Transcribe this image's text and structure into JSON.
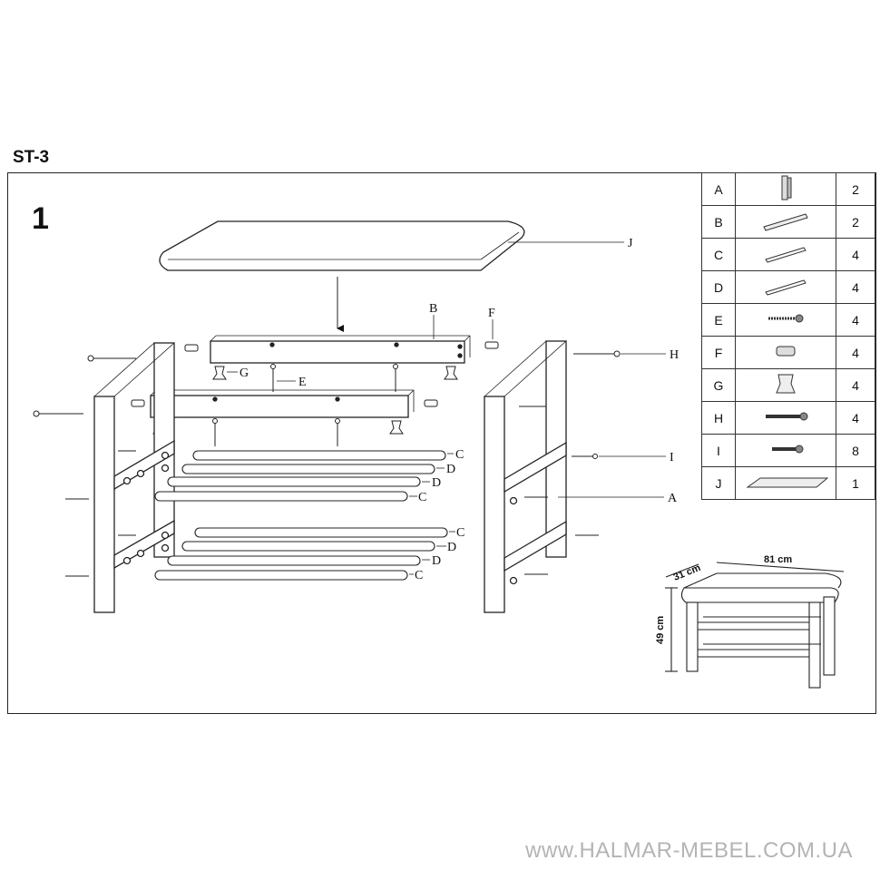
{
  "model_code": "ST-3",
  "step_number": "1",
  "callouts": {
    "J": "J",
    "B": "B",
    "F": "F",
    "H": "H",
    "G": "G",
    "E": "E",
    "I": "I",
    "A": "A",
    "C": "C",
    "D": "D"
  },
  "parts_table": [
    {
      "letter": "A",
      "icon": "side-frame-part-icon",
      "qty": "2"
    },
    {
      "letter": "B",
      "icon": "long-rail-part-icon",
      "qty": "2"
    },
    {
      "letter": "C",
      "icon": "rod-part-icon",
      "qty": "4"
    },
    {
      "letter": "D",
      "icon": "rod-part-icon",
      "qty": "4"
    },
    {
      "letter": "E",
      "icon": "wood-screw-part-icon",
      "qty": "4"
    },
    {
      "letter": "F",
      "icon": "barrel-nut-part-icon",
      "qty": "4"
    },
    {
      "letter": "G",
      "icon": "connector-part-icon",
      "qty": "4"
    },
    {
      "letter": "H",
      "icon": "long-bolt-part-icon",
      "qty": "4"
    },
    {
      "letter": "I",
      "icon": "short-bolt-part-icon",
      "qty": "8"
    },
    {
      "letter": "J",
      "icon": "seat-panel-part-icon",
      "qty": "1"
    }
  ],
  "dimensions": {
    "depth": "31 cm",
    "width": "81 cm",
    "height": "49 cm"
  },
  "watermark": "www.HALMAR-MEBEL.COM.UA"
}
